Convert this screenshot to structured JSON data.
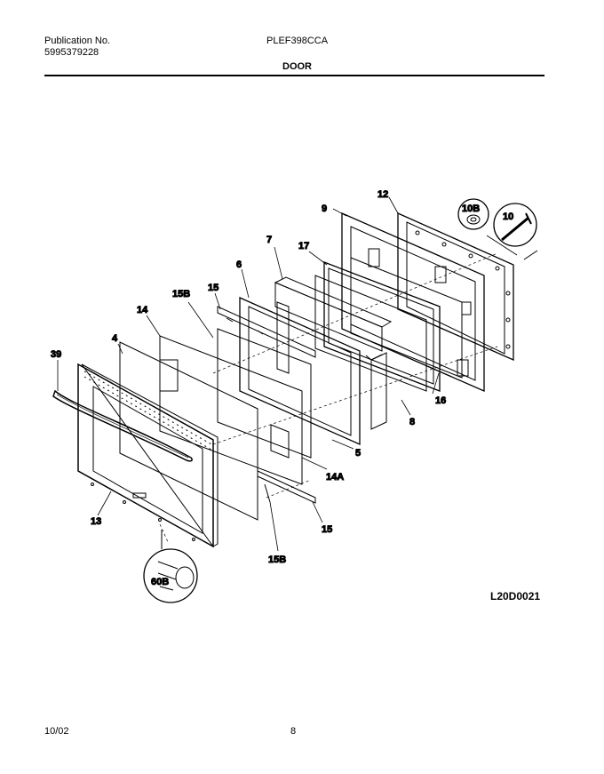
{
  "header": {
    "publication_label": "Publication No.",
    "publication_number": "5995379228",
    "model": "PLEF398CCA",
    "section_title": "DOOR"
  },
  "diagram": {
    "code": "L20D0021",
    "callouts": {
      "p9": "9",
      "p12": "12",
      "p10b": "10B",
      "p10": "10",
      "p7": "7",
      "p17": "17",
      "p6": "6",
      "p15b_top": "15B",
      "p15_top": "15",
      "p14": "14",
      "p4": "4",
      "p39": "39",
      "p16": "16",
      "p8": "8",
      "p5": "5",
      "p14a": "14A",
      "p13": "13",
      "p15_bottom": "15",
      "p15b_bottom": "15B",
      "p60b": "60B"
    }
  },
  "footer": {
    "date": "10/02",
    "page_number": "8"
  }
}
